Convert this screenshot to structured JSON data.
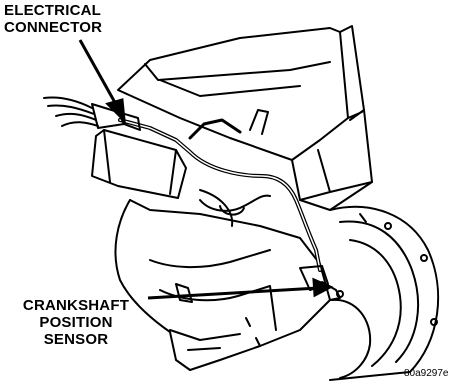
{
  "callouts": {
    "electrical_connector": [
      "ELECTRICAL",
      "CONNECTOR"
    ],
    "crankshaft_position_sensor": [
      "CRANKSHAFT",
      "POSITION",
      "SENSOR"
    ]
  },
  "figure_id": "80a9297e"
}
